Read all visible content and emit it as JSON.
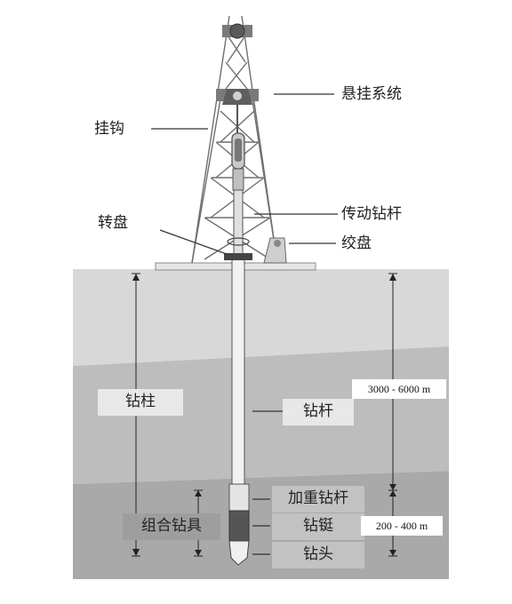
{
  "labels": {
    "suspension_system": "悬挂系统",
    "hook": "挂钩",
    "kelly": "传动钻杆",
    "rotary_table": "转盘",
    "drawworks": "绞盘",
    "drill_string": "钻柱",
    "drill_pipe": "钻杆",
    "drill_collar": "加重钻杆",
    "stabilizer": "钻铤",
    "bha": "组合钻具",
    "drill_bit": "钻头",
    "depth_total": "3000 - 6000 m",
    "depth_bha": "200 - 400 m"
  },
  "colors": {
    "soil_top": "#d6d6d6",
    "soil_mid": "#bdbdbd",
    "soil_deep": "#a8a8a8",
    "derrick": "#6b6b6b",
    "line": "#333333"
  }
}
